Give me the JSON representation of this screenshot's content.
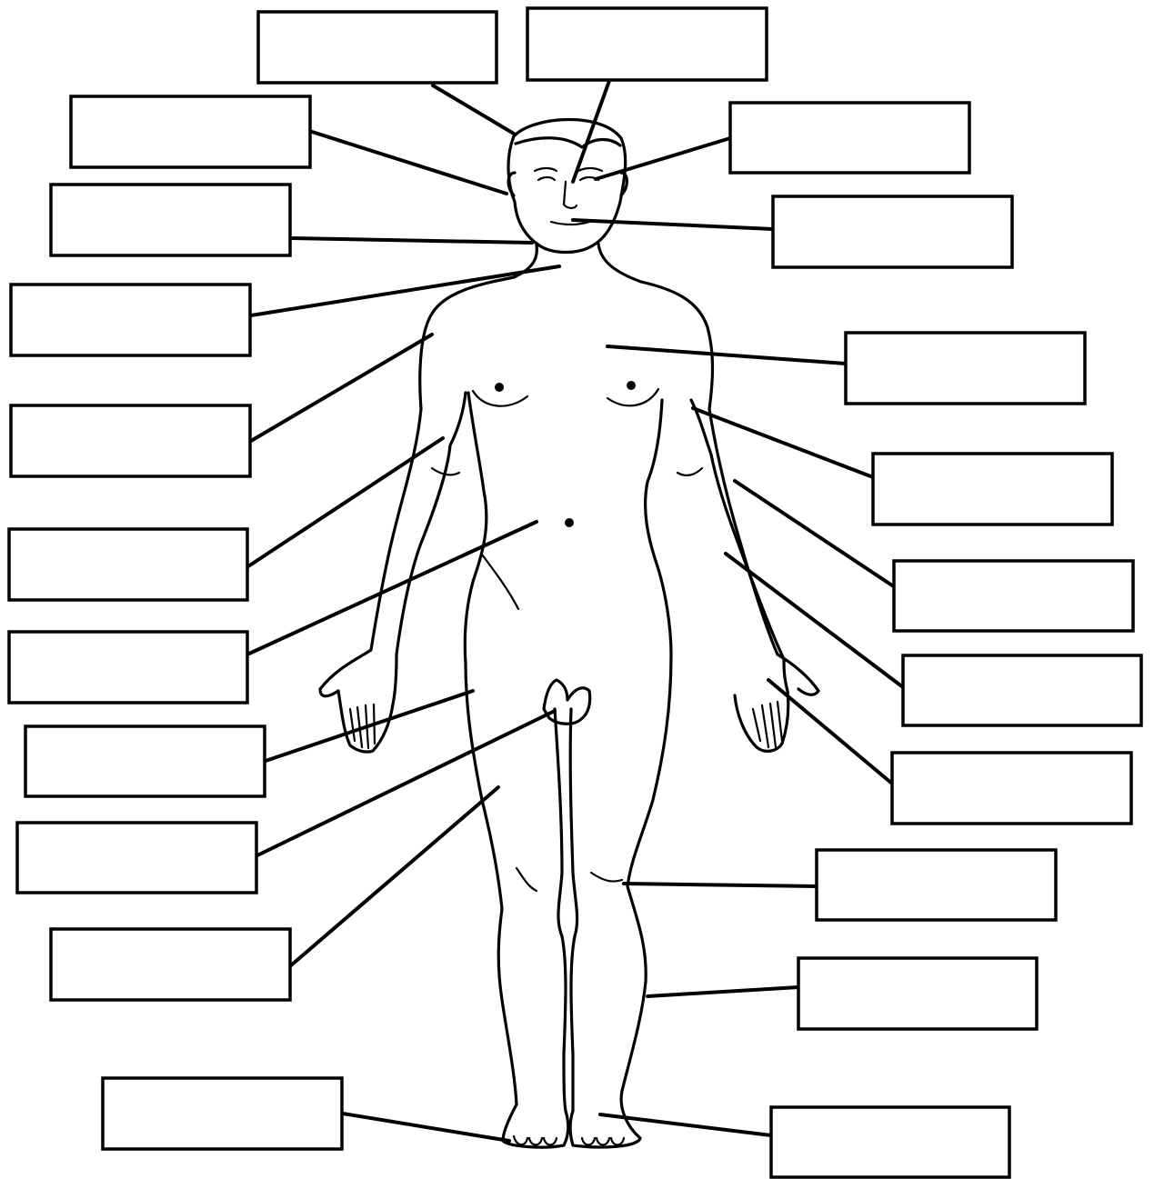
{
  "diagram": {
    "line_color": "#000000",
    "background": "#ffffff",
    "label_boxes": [
      {
        "id": "box-top-left",
        "text": ""
      },
      {
        "id": "box-top-right",
        "text": ""
      },
      {
        "id": "box-left-1",
        "text": ""
      },
      {
        "id": "box-left-2",
        "text": ""
      },
      {
        "id": "box-left-3",
        "text": ""
      },
      {
        "id": "box-left-4",
        "text": ""
      },
      {
        "id": "box-left-5",
        "text": ""
      },
      {
        "id": "box-left-6",
        "text": ""
      },
      {
        "id": "box-left-7",
        "text": ""
      },
      {
        "id": "box-left-8",
        "text": ""
      },
      {
        "id": "box-left-9",
        "text": ""
      },
      {
        "id": "box-left-10",
        "text": ""
      },
      {
        "id": "box-left-11",
        "text": ""
      },
      {
        "id": "box-right-1",
        "text": ""
      },
      {
        "id": "box-right-2",
        "text": ""
      },
      {
        "id": "box-right-3",
        "text": ""
      },
      {
        "id": "box-right-4",
        "text": ""
      },
      {
        "id": "box-right-5",
        "text": ""
      },
      {
        "id": "box-right-6",
        "text": ""
      },
      {
        "id": "box-right-7",
        "text": ""
      },
      {
        "id": "box-right-8",
        "text": ""
      },
      {
        "id": "box-right-9",
        "text": ""
      },
      {
        "id": "box-right-10",
        "text": ""
      }
    ]
  }
}
